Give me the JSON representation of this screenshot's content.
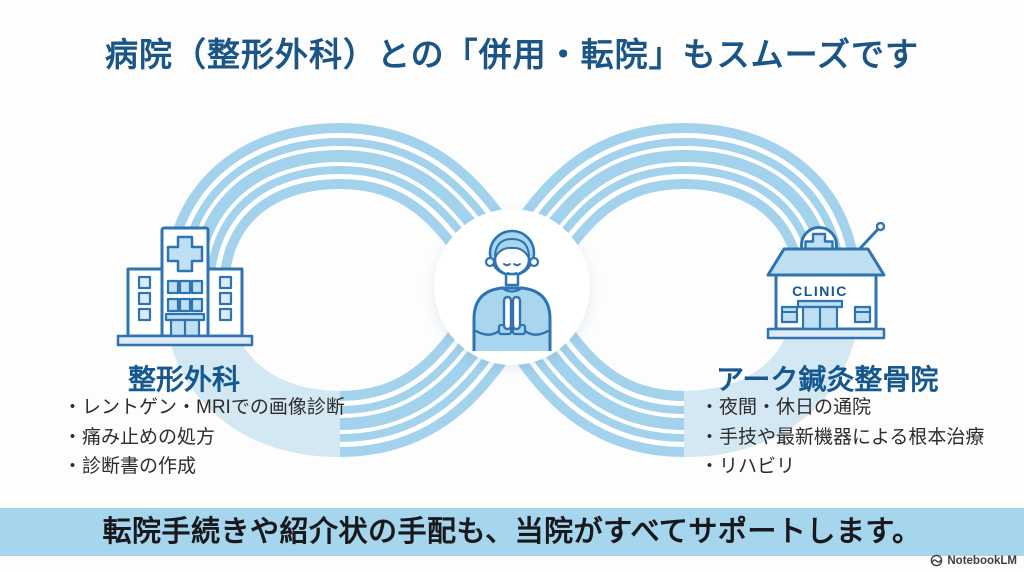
{
  "title": "病院（整形外科）との「併用・転院」もスムーズです",
  "hospital": {
    "heading": "整形外科",
    "items": [
      "・レントゲン・MRIでの画像診断",
      "・痛み止めの処方",
      "・診断書の作成"
    ]
  },
  "clinic": {
    "heading": "アーク鍼灸整骨院",
    "sign": "CLINIC",
    "items": [
      "・夜間・休日の通院",
      "・手技や最新機器による根本治療",
      "・リハビリ"
    ]
  },
  "banner": {
    "text": "転院手続きや紹介状の手配も、当院がすべてサポートします。"
  },
  "watermark": {
    "text": "NotebookLM"
  },
  "colors": {
    "band": "#a3d2ec",
    "band_light": "#d4e8f4",
    "banner_bg": "#a6d6ee",
    "banner_text": "#17191d",
    "title": "#1a5586",
    "heading": "#15588f",
    "text": "#2d2d2d",
    "icon_stroke": "#2e74b0",
    "icon_fill": "#bfe0f2",
    "icon_fill_soft": "#dcebf7",
    "person_fill": "#a9d5ee",
    "watermark": "#3a3f45"
  }
}
